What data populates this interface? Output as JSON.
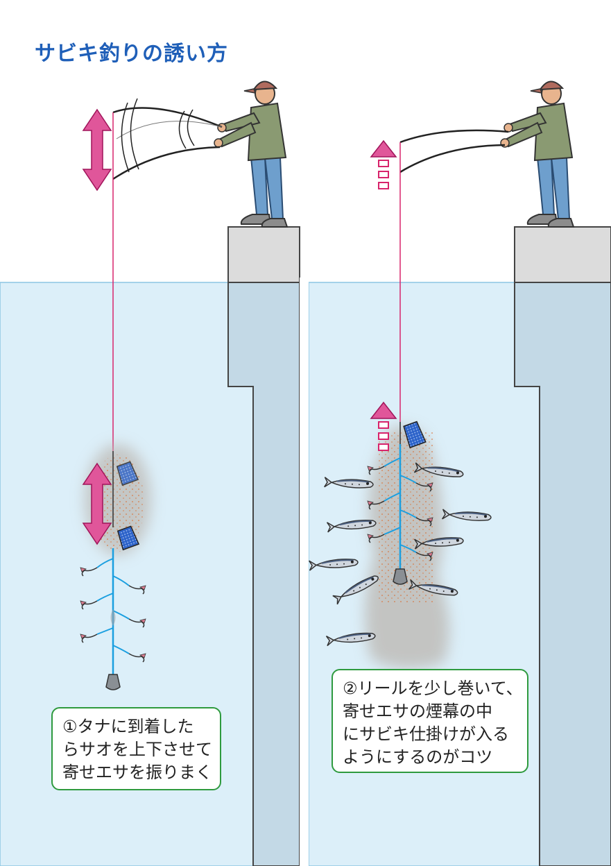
{
  "title": "サビキ釣りの誘い方",
  "panels": [
    {
      "id": "panel-1",
      "caption_lines": [
        "①タナに到着した",
        "らサオを上下させて",
        "寄せエサを振りまく"
      ]
    },
    {
      "id": "panel-2",
      "caption_lines": [
        "②リールを少し巻いて、",
        "寄せエサの煙幕の中",
        "にサビキ仕掛けが入る",
        "ようにするのがコツ"
      ]
    }
  ],
  "colors": {
    "title": "#1f5fb8",
    "water": "#dceff9",
    "water_edge": "#8cc5e3",
    "pier": "#dcdcdc",
    "pier_submerged": "#c3d9e6",
    "line": "#d8236b",
    "arrow": "#e0569a",
    "sabiki": "#1a9fe0",
    "basket": "#2d63c9",
    "callout_border": "#2e9a3e",
    "chum_cloud": "#bdbab5",
    "chum_dots": "#d9743a",
    "jacket": "#8a9a72",
    "jeans": "#6e9fcd",
    "cap": "#b06b5e",
    "skin": "#e8b48e"
  },
  "icons": [
    "angler-figure",
    "fishing-rod",
    "double-arrow-icon",
    "dashed-up-arrow-icon",
    "chum-basket-icon",
    "sinker-icon",
    "sardine-icon"
  ]
}
